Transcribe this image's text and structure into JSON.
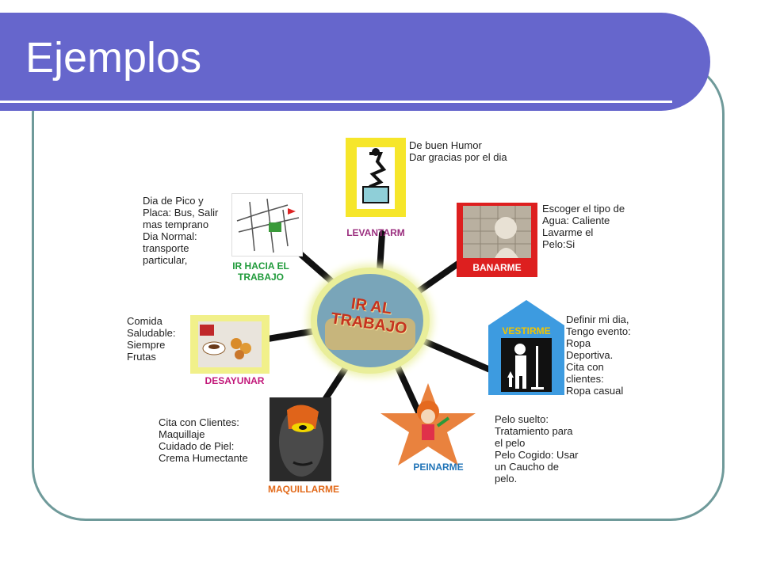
{
  "slide": {
    "title": "Ejemplos"
  },
  "colors": {
    "banner": "#6666cc",
    "frame": "#6f9a9a",
    "spoke": "#111111"
  },
  "diagram": {
    "center": {
      "label": "IR AL\nTRABAJO",
      "label_color": "#c6331f"
    },
    "nodes": [
      {
        "id": "levantarme",
        "label": "LEVANTARM",
        "label_color": "#9b2f7f",
        "icon": "jack-in-the-box-icon",
        "tile_color": "#f6e62a",
        "note": "De buen Humor\nDar gracias por el dia"
      },
      {
        "id": "banarme",
        "label": "BANARME",
        "label_color": "#ffffff",
        "icon": "shower-photo-icon",
        "tile_color": "#dd1f1f",
        "note": "Escoger el tipo de\nAgua: Caliente\nLavarme el\nPelo:Si"
      },
      {
        "id": "vestirme",
        "label": "VESTIRME",
        "label_color": "#f2c400",
        "icon": "dressing-icon",
        "tile_color": "#3d9be0",
        "note": "Definir mi dia,\nTengo evento:\nRopa\nDeportiva.\nCita con\nclientes:\nRopa casual"
      },
      {
        "id": "peinarme",
        "label": "PEINARME",
        "label_color": "#1f73b7",
        "icon": "comb-hair-icon",
        "tile_color": "#e9823e",
        "note": "Pelo suelto:\nTratamiento para\nel pelo\nPelo Cogido: Usar\nun Caucho de\npelo."
      },
      {
        "id": "maquillarme",
        "label": "MAQUILLARME",
        "label_color": "#e26a1a",
        "icon": "makeup-face-icon",
        "tile_color": "#2a2a2a",
        "note": "Cita con Clientes:\nMaquillaje\nCuidado de Piel:\nCrema Humectante"
      },
      {
        "id": "desayunar",
        "label": "DESAYUNAR",
        "label_color": "#c2187a",
        "icon": "breakfast-icon",
        "tile_color": "#f1f08a",
        "note": "Comida\nSaludable:\nSiempre\nFrutas"
      },
      {
        "id": "ir-hacia-el-trabajo",
        "label": "IR HACIA EL\nTRABAJO",
        "label_color": "#1f9a3a",
        "icon": "street-map-icon",
        "tile_color": "#ffffff",
        "note": "Dia de Pico y\nPlaca: Bus, Salir\nmas temprano\nDia Normal:\ntransporte\nparticular,"
      }
    ]
  }
}
